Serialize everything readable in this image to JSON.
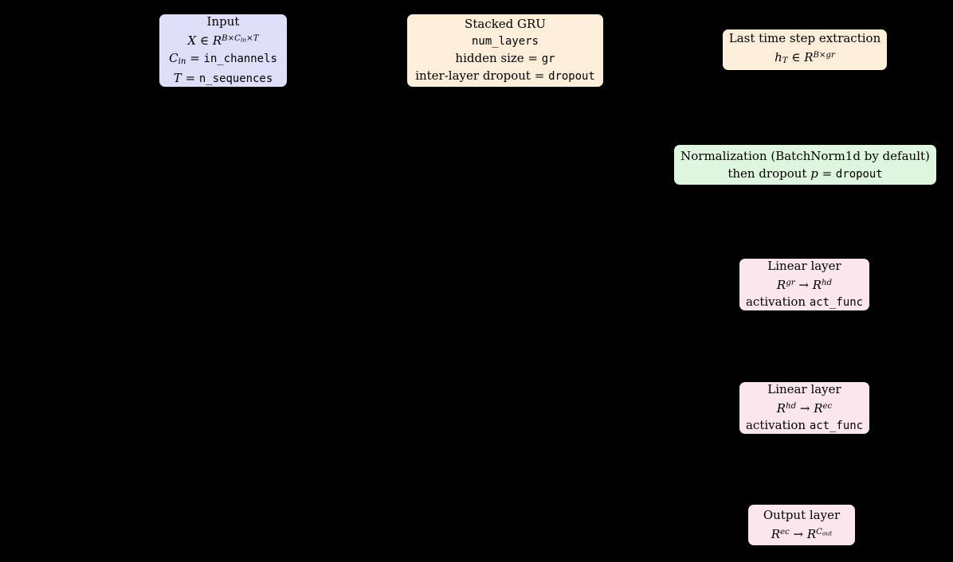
{
  "colors": {
    "background": "#000000",
    "text": "#000000",
    "border": "#000000",
    "input_fill": "#dedef8",
    "gru_fill": "#fdeeda",
    "extraction_fill": "#fdeeda",
    "normalization_fill": "#def6de",
    "linear_fill": "#fce6ee",
    "output_fill": "#fce6ee"
  },
  "nodes": {
    "input": {
      "fill": "#dedef8",
      "lines": [
        [
          {
            "t": "Input",
            "s": "rm"
          }
        ],
        [
          {
            "t": "X",
            "s": "it"
          },
          {
            "t": " ∈ ",
            "s": "rm"
          },
          {
            "t": "R",
            "s": "it"
          },
          {
            "t": "B×C",
            "s": "sup"
          },
          {
            "t": "in",
            "s": "supsub"
          },
          {
            "t": "×T",
            "s": "sup"
          }
        ],
        [
          {
            "t": "C",
            "s": "it"
          },
          {
            "t": "in",
            "s": "sub"
          },
          {
            "t": " = ",
            "s": "rm"
          },
          {
            "t": "in_channels",
            "s": "tt"
          }
        ],
        [
          {
            "t": "T",
            "s": "it"
          },
          {
            "t": " = ",
            "s": "rm"
          },
          {
            "t": "n_sequences",
            "s": "tt"
          }
        ]
      ]
    },
    "stacked_gru": {
      "fill": "#fdeeda",
      "lines": [
        [
          {
            "t": "Stacked GRU",
            "s": "rm"
          }
        ],
        [
          {
            "t": "num_layers",
            "s": "tt"
          }
        ],
        [
          {
            "t": "hidden size = ",
            "s": "rm"
          },
          {
            "t": "gr",
            "s": "tt"
          }
        ],
        [
          {
            "t": "inter-layer dropout = ",
            "s": "rm"
          },
          {
            "t": "dropout",
            "s": "tt"
          }
        ]
      ]
    },
    "last_time_step": {
      "fill": "#fdeeda",
      "lines": [
        [
          {
            "t": "Last time step extraction",
            "s": "rm"
          }
        ],
        [
          {
            "t": "h",
            "s": "it"
          },
          {
            "t": "T",
            "s": "sub"
          },
          {
            "t": " ∈ ",
            "s": "rm"
          },
          {
            "t": "R",
            "s": "it"
          },
          {
            "t": "B×gr",
            "s": "sup"
          }
        ]
      ]
    },
    "normalization": {
      "fill": "#def6de",
      "lines": [
        [
          {
            "t": "Normalization (BatchNorm1d by default)",
            "s": "rm"
          }
        ],
        [
          {
            "t": "then dropout ",
            "s": "rm"
          },
          {
            "t": "p",
            "s": "it"
          },
          {
            "t": " = ",
            "s": "rm"
          },
          {
            "t": "dropout",
            "s": "tt"
          }
        ]
      ]
    },
    "linear1": {
      "fill": "#fce6ee",
      "lines": [
        [
          {
            "t": "Linear layer",
            "s": "rm"
          }
        ],
        [
          {
            "t": "R",
            "s": "it"
          },
          {
            "t": "gr",
            "s": "sup"
          },
          {
            "t": " → ",
            "s": "rm"
          },
          {
            "t": "R",
            "s": "it"
          },
          {
            "t": "hd",
            "s": "sup"
          }
        ],
        [
          {
            "t": "activation ",
            "s": "rm"
          },
          {
            "t": "act_func",
            "s": "tt"
          }
        ]
      ]
    },
    "linear2": {
      "fill": "#fce6ee",
      "lines": [
        [
          {
            "t": "Linear layer",
            "s": "rm"
          }
        ],
        [
          {
            "t": "R",
            "s": "it"
          },
          {
            "t": "hd",
            "s": "sup"
          },
          {
            "t": " → ",
            "s": "rm"
          },
          {
            "t": "R",
            "s": "it"
          },
          {
            "t": "ec",
            "s": "sup"
          }
        ],
        [
          {
            "t": "activation ",
            "s": "rm"
          },
          {
            "t": "act_func",
            "s": "tt"
          }
        ]
      ]
    },
    "output": {
      "fill": "#fce6ee",
      "lines": [
        [
          {
            "t": "Output layer",
            "s": "rm"
          }
        ],
        [
          {
            "t": "R",
            "s": "it"
          },
          {
            "t": "ec",
            "s": "sup"
          },
          {
            "t": " → ",
            "s": "rm"
          },
          {
            "t": "R",
            "s": "it"
          },
          {
            "t": "C",
            "s": "sup"
          },
          {
            "t": "out",
            "s": "supsub"
          }
        ]
      ]
    }
  }
}
